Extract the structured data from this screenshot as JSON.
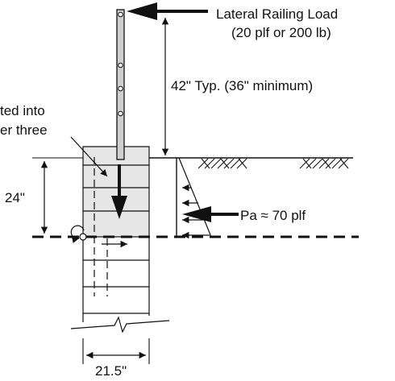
{
  "labels": {
    "load_line1": "Lateral Railing Load",
    "load_line2": "(20 plf or 200 lb)",
    "rail_height": "42\" Typ. (36\" minimum)",
    "note_line1": "ted into",
    "note_line2": "er three",
    "embed_depth": "24\"",
    "pressure": "Pa ≈ 70 plf",
    "block_width": "21.5\""
  },
  "colors": {
    "ink": "#111111",
    "block_fill": "#e6e6e6",
    "post_fill": "#cfcfcf",
    "background": "#ffffff"
  }
}
